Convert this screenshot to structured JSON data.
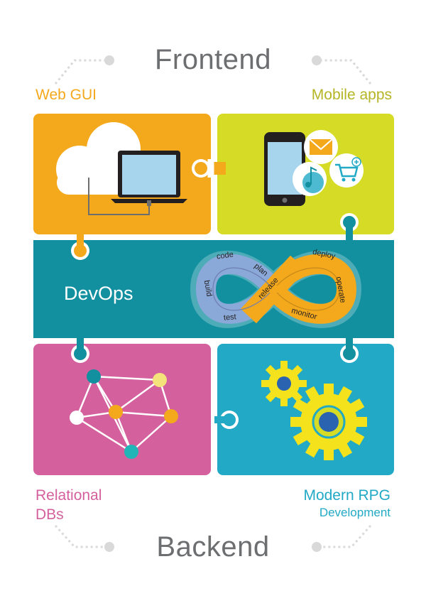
{
  "header": {
    "title": "Frontend"
  },
  "footer": {
    "title": "Backend"
  },
  "panels": {
    "web_gui": {
      "label": "Web GUI",
      "color": "#f4a81c"
    },
    "mobile_apps": {
      "label": "Mobile apps",
      "color": "#d6dc25"
    },
    "devops": {
      "label": "DevOps",
      "color": "#12909f"
    },
    "relational_dbs": {
      "label_line1": "Relational",
      "label_line2": "DBs",
      "color": "#d4609d"
    },
    "modern_rpg": {
      "label_line1": "Modern RPG",
      "label_line2": "Development",
      "color": "#22a9c6"
    }
  },
  "label_colors": {
    "web_gui": "#f4a81c",
    "mobile_apps": "#b5b526",
    "relational_dbs": "#d4609d",
    "modern_rpg": "#22a9c6"
  },
  "devops_cycle": {
    "left_loop": [
      "code",
      "plan",
      "build",
      "test"
    ],
    "center": "release",
    "right_loop": [
      "deploy",
      "operate",
      "monitor"
    ]
  },
  "icons": [
    "cloud-icon",
    "laptop-icon",
    "phone-icon",
    "mail-icon",
    "music-icon",
    "cart-icon",
    "infinity-loop-icon",
    "network-graph-icon",
    "gears-icon"
  ]
}
